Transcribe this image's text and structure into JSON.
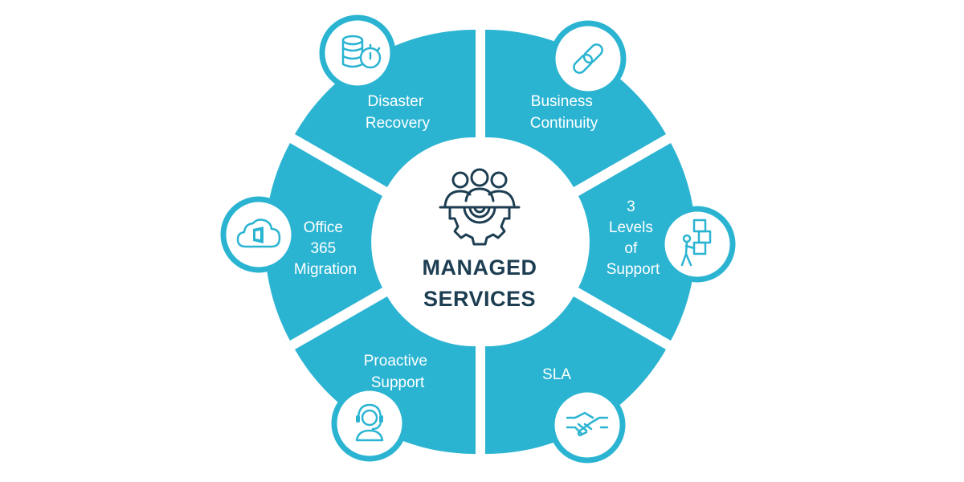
{
  "colors": {
    "segment": "#2bb4d2",
    "center_text": "#1d3e52",
    "background": "#ffffff"
  },
  "center": {
    "title_line1": "MANAGED",
    "title_line2": "SERVICES",
    "icon": "team-gear-icon"
  },
  "segments": [
    {
      "id": "business-continuity",
      "lines": [
        "Business",
        "Continuity"
      ],
      "icon": "link-icon"
    },
    {
      "id": "levels-of-support",
      "lines": [
        "3",
        "Levels",
        "of",
        "Support"
      ],
      "icon": "person-stacking-boxes-icon"
    },
    {
      "id": "sla",
      "lines": [
        "SLA"
      ],
      "icon": "handshake-icon"
    },
    {
      "id": "proactive-support",
      "lines": [
        "Proactive",
        "Support"
      ],
      "icon": "headset-agent-icon"
    },
    {
      "id": "office-365-migration",
      "lines": [
        "Office",
        "365",
        "Migration"
      ],
      "icon": "cloud-office-icon"
    },
    {
      "id": "disaster-recovery",
      "lines": [
        "Disaster",
        "Recovery"
      ],
      "icon": "database-timer-icon"
    }
  ]
}
